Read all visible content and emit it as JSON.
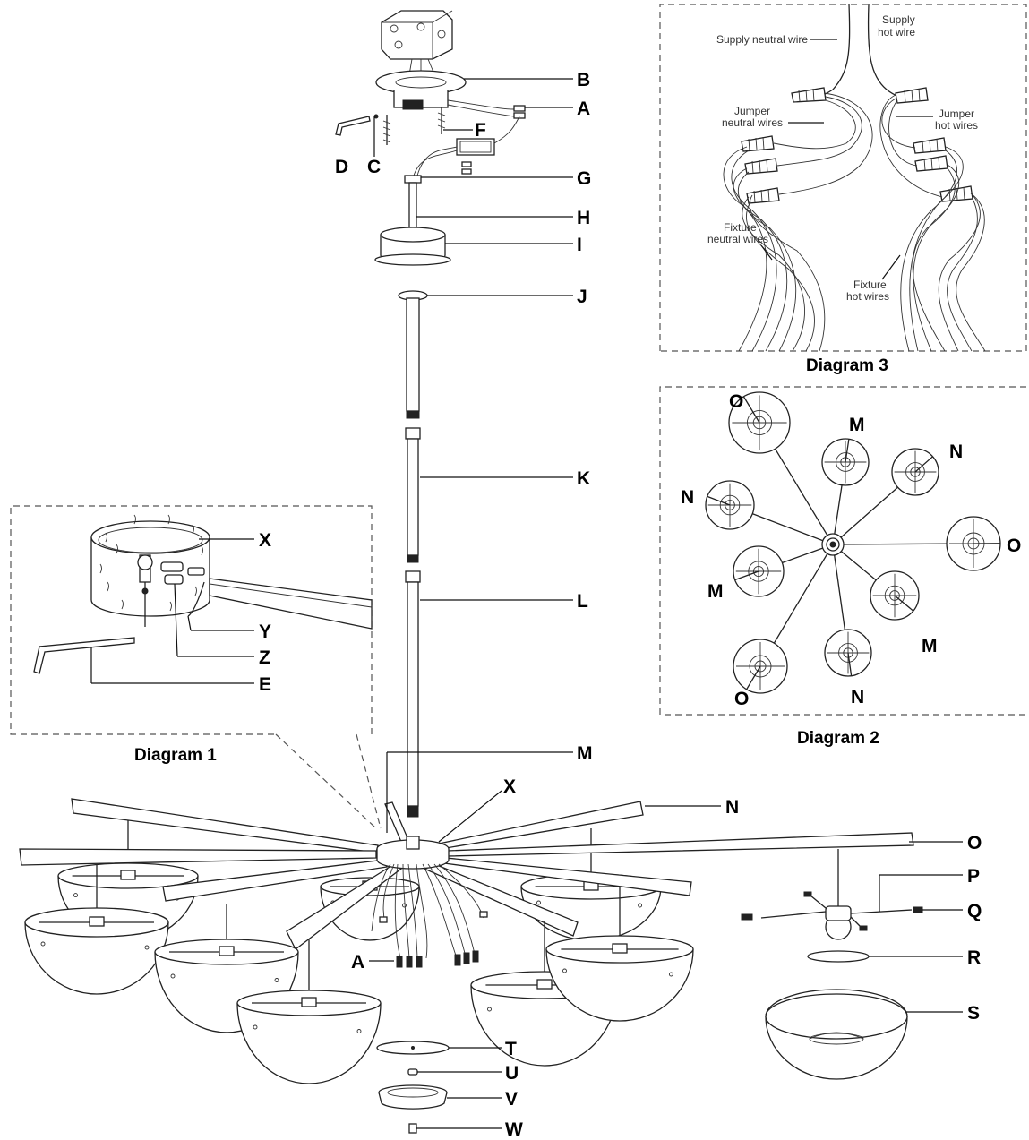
{
  "parts": {
    "A": "A",
    "B": "B",
    "C": "C",
    "D": "D",
    "E": "E",
    "F": "F",
    "G": "G",
    "H": "H",
    "I": "I",
    "J": "J",
    "K": "K",
    "L": "L",
    "M": "M",
    "N": "N",
    "O": "O",
    "P": "P",
    "Q": "Q",
    "R": "R",
    "S": "S",
    "T": "T",
    "U": "U",
    "V": "V",
    "W": "W",
    "X": "X",
    "Y": "Y",
    "Z": "Z"
  },
  "diagrams": {
    "d1": "Diagram 1",
    "d2": "Diagram 2",
    "d3": "Diagram 3"
  },
  "wires": {
    "supply_neutral": "Supply neutral wire",
    "supply_hot_1": "Supply",
    "supply_hot_2": "hot wire",
    "jumper_neutral_1": "Jumper",
    "jumper_neutral_2": "neutral wires",
    "jumper_hot_1": "Jumper",
    "jumper_hot_2": "hot wires",
    "fixture_neutral_1": "Fixture",
    "fixture_neutral_2": "neutral wires",
    "fixture_hot_1": "Fixture",
    "fixture_hot_2": "hot wires"
  },
  "diagram2_labels": [
    "O",
    "M",
    "N",
    "N",
    "O",
    "M",
    "M",
    "O",
    "N"
  ]
}
